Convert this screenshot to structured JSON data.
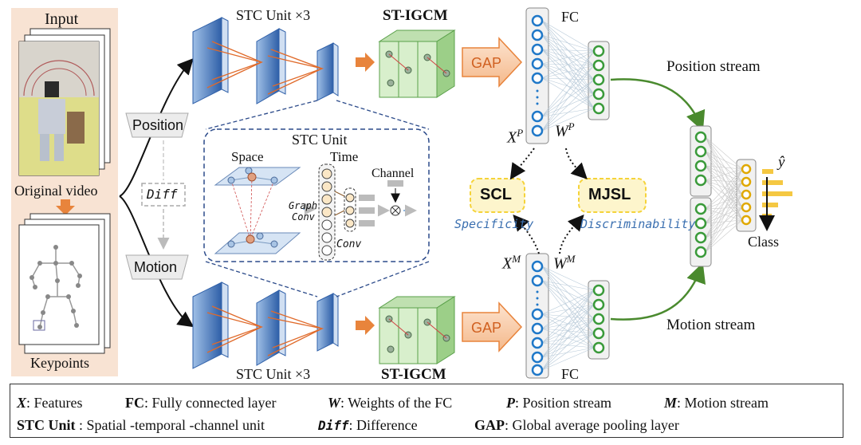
{
  "input": {
    "title": "Input",
    "original_video": "Original video",
    "keypoints": "Keypoints"
  },
  "branches": {
    "position": "Position",
    "motion": "Motion",
    "diff": "Diff"
  },
  "top_row": {
    "stc_label": "STC Unit  ×3",
    "igcm_label": "ST-IGCM",
    "gap": "GAP",
    "fc": "FC",
    "x_label": "X",
    "x_sup": "P",
    "w_label": "W",
    "w_sup": "P",
    "stream": "Position stream"
  },
  "bottom_row": {
    "stc_label": "STC Unit  ×3",
    "igcm_label": "ST-IGCM",
    "gap": "GAP",
    "fc": "FC",
    "x_label": "X",
    "x_sup": "M",
    "w_label": "W",
    "w_sup": "M",
    "stream": "Motion stream"
  },
  "stc_detail": {
    "title": "STC Unit",
    "space": "Space",
    "time": "Time",
    "channel": "Channel",
    "graph_conv_1": "Graph",
    "graph_conv_2": "Conv",
    "conv": "Conv"
  },
  "losses": {
    "scl": "SCL",
    "scl_caption": "Specificity",
    "mjsl": "MJSL",
    "mjsl_caption": "Discriminability"
  },
  "output": {
    "y_hat": "ŷ",
    "class": "Class"
  },
  "legend": {
    "row1": [
      {
        "key": "X",
        "text": ": Features"
      },
      {
        "key": "FC",
        "text": ": Fully connected layer"
      },
      {
        "key": "W",
        "text": ": Weights of the FC"
      },
      {
        "key": "P",
        "text": ": Position stream"
      },
      {
        "key": "M",
        "text": ": Motion stream"
      }
    ],
    "row2": [
      {
        "key": "STC Unit",
        "text": " : Spatial -temporal -channel unit"
      },
      {
        "key": "Diff",
        "text": ": Difference"
      },
      {
        "key": "GAP",
        "text": ": Global average pooling layer"
      }
    ]
  },
  "colors": {
    "panel": "#f8e3d3",
    "stc_blue": "#2e5fa8",
    "igcm_green": "#5aa04a",
    "gap_orange": "#e8843c",
    "node_blue": "#1f78c8",
    "node_green": "#3a9a3a",
    "node_yellow": "#e0a800",
    "loss_yellow": "#f5d33a",
    "caption_blue": "#3a6fb0"
  }
}
